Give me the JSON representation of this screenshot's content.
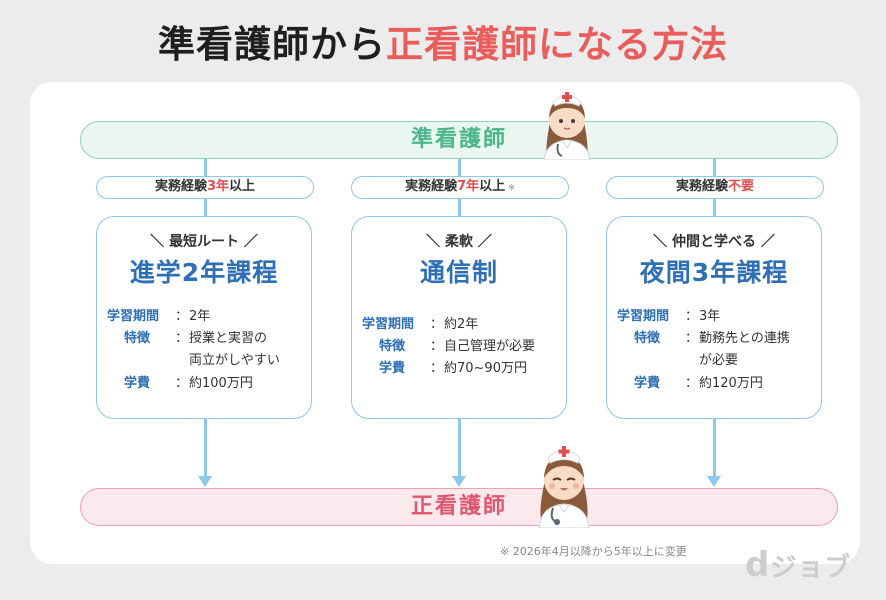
{
  "title": {
    "part1": "準看護師から",
    "part2": "正看護師になる方法"
  },
  "top_bar": "準看護師",
  "bottom_bar": "正看護師",
  "requirements": [
    {
      "pre": "実務経験",
      "highlight": "3年",
      "post": "以上",
      "note": ""
    },
    {
      "pre": "実務経験",
      "highlight": "7年",
      "post": "以上",
      "note": "※"
    },
    {
      "pre": "実務経験",
      "highlight": "不要",
      "post": "",
      "note": ""
    }
  ],
  "routes": [
    {
      "tagline": "＼ 最短ルート ／",
      "course": "進学2年課程",
      "rows": [
        {
          "label": "学習期間",
          "value": "2年",
          "value2": ""
        },
        {
          "label": "特徴",
          "value": "授業と実習の",
          "value2": "両立がしやすい"
        },
        {
          "label": "学費",
          "value": "約100万円",
          "value2": ""
        }
      ]
    },
    {
      "tagline": "＼ 柔軟 ／",
      "course": "通信制",
      "rows": [
        {
          "label": "学習期間",
          "value": "約2年",
          "value2": ""
        },
        {
          "label": "特徴",
          "value": "自己管理が必要",
          "value2": ""
        },
        {
          "label": "学費",
          "value": "約70~90万円",
          "value2": ""
        }
      ]
    },
    {
      "tagline": "＼ 仲間と学べる ／",
      "course": "夜間3年課程",
      "rows": [
        {
          "label": "学習期間",
          "value": "3年",
          "value2": ""
        },
        {
          "label": "特徴",
          "value": "勤務先との連携",
          "value2": "が必要"
        },
        {
          "label": "学費",
          "value": "約120万円",
          "value2": ""
        }
      ]
    }
  ],
  "colon": "：",
  "footnote": "※ 2026年4月以降から5年以上に変更",
  "logo": {
    "d": "d",
    "text": "ジョブ"
  },
  "icons": {
    "top_nurse": "nurse-icon",
    "bottom_nurse": "nurse-icon"
  },
  "colors": {
    "accent_red": "#e24e4e",
    "course_blue": "#2f6fb5",
    "top_green": "#4bb58c",
    "bottom_pink": "#e0586f",
    "line_blue": "#8ec9ec"
  }
}
